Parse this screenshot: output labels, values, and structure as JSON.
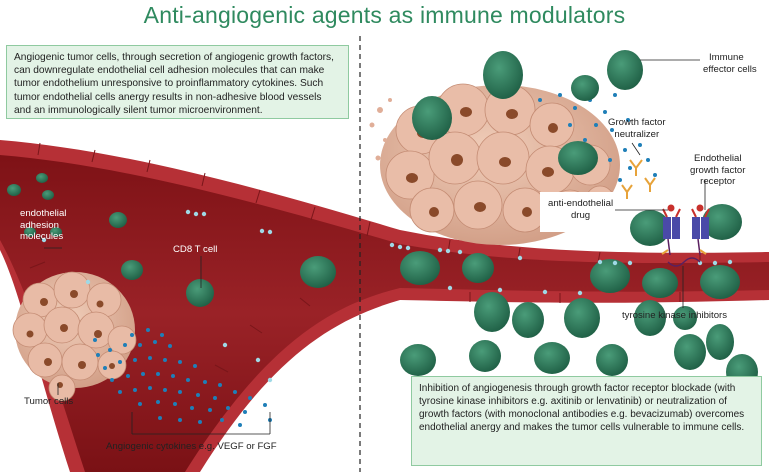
{
  "title": "Anti-angiogenic agents as immune modulators",
  "left_description": "Angiogenic tumor cells, through secretion of angiogenic growth factors, can downregulate endothelial cell adhesion molecules that can make tumor endothelium unresponsive to proinflammatory cytokines. Such tumor endothelial cells anergy results in non-adhesive blood vessels and an immunologically silent tumor microenvironment.",
  "right_description": "Inhibition of angiogenesis through growth factor receptor blockade (with tyrosine kinase inhibitors e.g. axitinib or lenvatinib) or neutralization of growth factors (with monoclonal antibodies e.g. bevacizumab) overcomes endothelial anergy and makes the tumor cells vulnerable to immune cells.",
  "labels": {
    "endothelial_adhesion": [
      "endothelial",
      "adhesion",
      "molecules"
    ],
    "cd8": "CD8 T cell",
    "tumor_cells": "Tumor cells",
    "cytokines": "Angiogenic cytokines e.g. VEGF or FGF",
    "immune_effector": [
      "Immune",
      "effector cells"
    ],
    "gf_neutralizer": [
      "Growth factor",
      "neutralizer"
    ],
    "anti_endothelial": [
      "anti-endothelial",
      "drug"
    ],
    "egf_receptor": [
      "Endothelial",
      "growth factor",
      "receptor"
    ],
    "tki": "tyrosine kinase inhibitors"
  },
  "colors": {
    "title": "#2f8a5f",
    "vessel_wall": "#a8262b",
    "vessel_lumen": "#8e1a1e",
    "immune_cell": "#2d7a5b",
    "tumor": "#dfae98",
    "nucleus": "#8a4a2a",
    "cytokine_dot": "#1f7fb8",
    "adhesion_dot": "#9fd9e6",
    "box_bg": "#e3f3e6",
    "receptor": "#4a4aa8"
  }
}
